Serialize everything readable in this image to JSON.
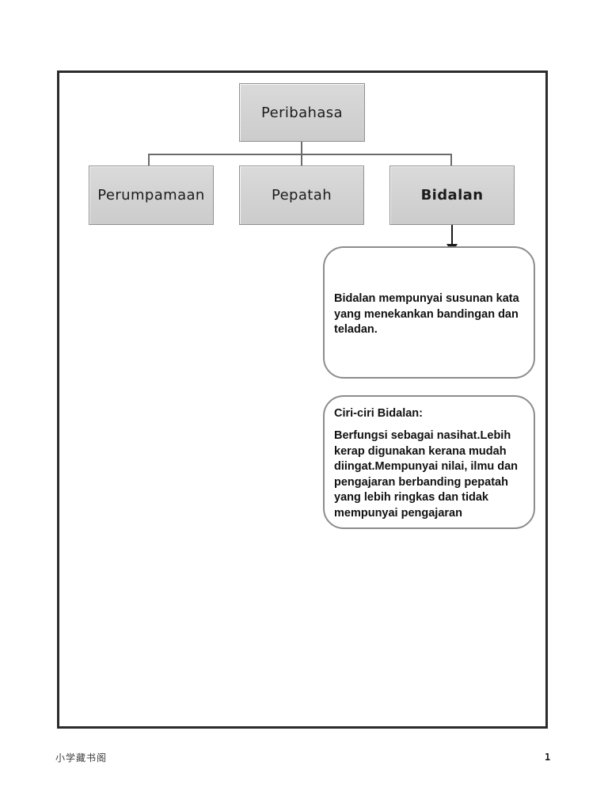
{
  "page": {
    "watermark": "小学藏书阁",
    "number": "1"
  },
  "diagram": {
    "root": {
      "label": "Peribahasa"
    },
    "children": [
      {
        "label": "Perumpamaan"
      },
      {
        "label": "Pepatah"
      },
      {
        "label": "Bidalan"
      }
    ],
    "callouts": [
      {
        "heading": "",
        "lines": [
          "Bidalan mempunyai susunan kata",
          "yang menekankan bandingan dan",
          "teladan."
        ]
      },
      {
        "heading": "Ciri-ciri Bidalan:",
        "lines": [
          "Berfungsi sebagai nasihat.Lebih",
          "kerap digunakan kerana mudah",
          "diingat.Mempunyai nilai, ilmu dan",
          "pengajaran berbanding pepatah",
          "yang lebih ringkas dan tidak",
          "mempunyai pengajaran"
        ]
      }
    ]
  },
  "colors": {
    "node_fill": "#d2d2d2",
    "node_border": "#919191",
    "connector": "#6b6b6b",
    "page_border": "#2b2b2b",
    "callout_border": "#8c8c8c",
    "text": "#111111"
  }
}
